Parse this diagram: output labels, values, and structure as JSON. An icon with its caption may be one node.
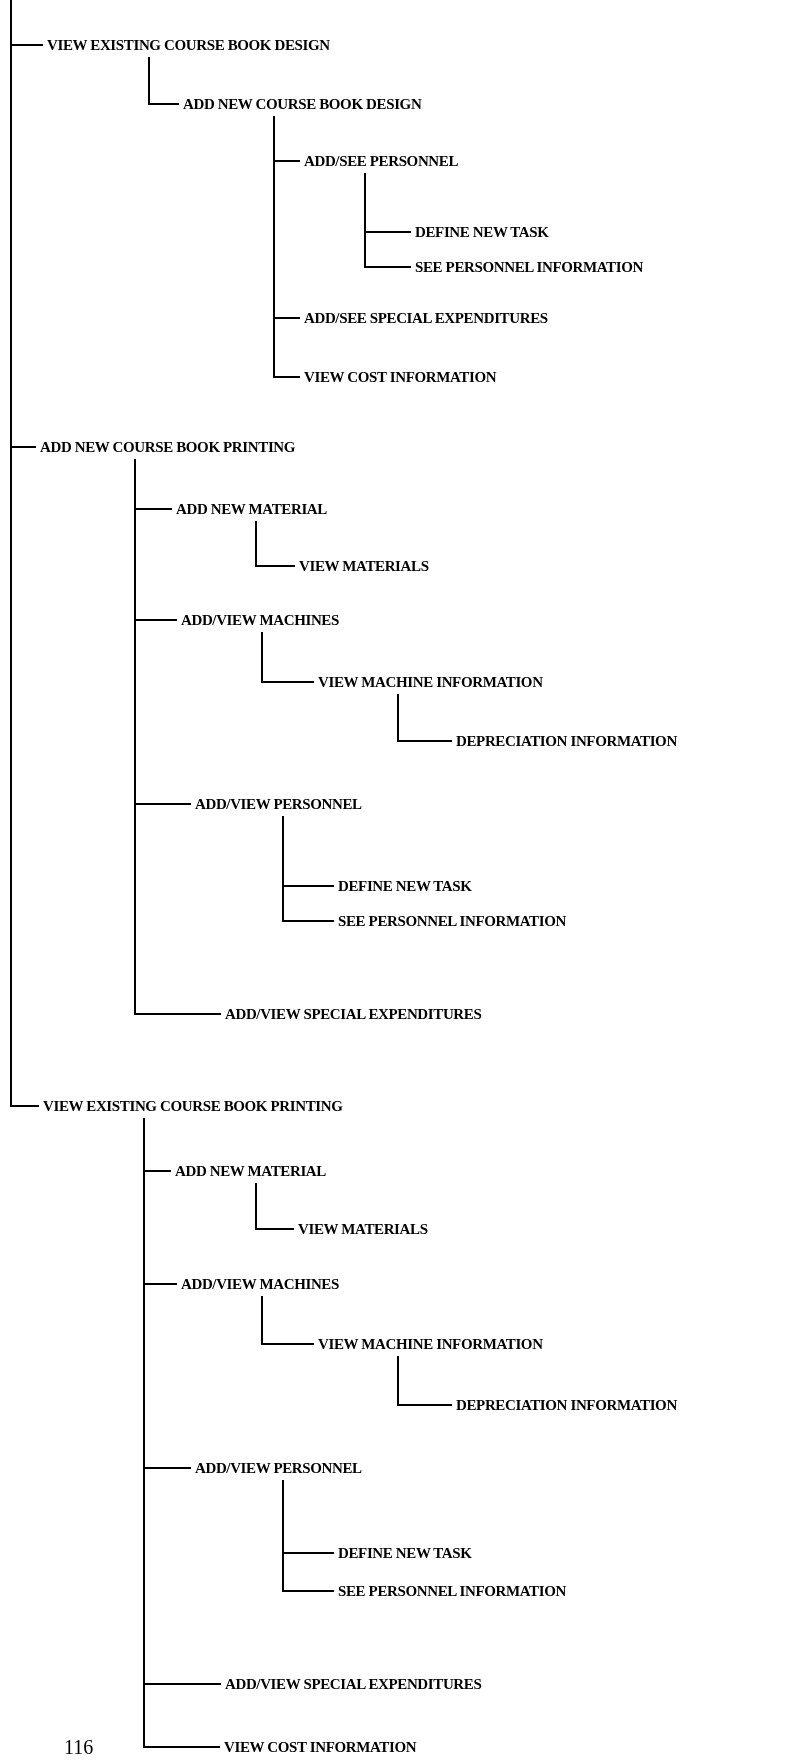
{
  "diagram": {
    "nodes": [
      {
        "text": [
          "VIEW EXISTING COURSE BOOK DESIGN"
        ]
      },
      {
        "text": [
          "ADD NEW COURSE BOOK DESIGN"
        ]
      },
      {
        "text": [
          "ADD/SEE PERSONNEL"
        ]
      },
      {
        "text": [
          "DEFINE NEW TASK"
        ]
      },
      {
        "text": [
          "SEE PERSONNEL INFORMATION"
        ]
      },
      {
        "text": [
          "ADD/SEE SPECIAL EXPENDITURES"
        ]
      },
      {
        "text": [
          "VIEW COST INFORMATION"
        ]
      },
      {
        "text": [
          "ADD NEW COURSE BOOK PRINTING"
        ]
      },
      {
        "text": [
          "ADD NEW MATERIAL"
        ]
      },
      {
        "text": [
          "VIEW MATERIALS"
        ]
      },
      {
        "text": [
          "ADD/VIEW MACHINES"
        ]
      },
      {
        "text": [
          "VIEW MACHINE INFORMATION"
        ]
      },
      {
        "text": [
          "DEPRECIATION INFORMATION"
        ]
      },
      {
        "text": [
          "ADD/VIEW PERSONNEL"
        ]
      },
      {
        "text": [
          "DEFINE NEW TASK"
        ]
      },
      {
        "text": [
          "SEE PERSONNEL INFORMATION"
        ]
      },
      {
        "text": [
          "ADD/VIEW SPECIAL EXPENDITURES"
        ]
      },
      {
        "text": [
          "VIEW EXISTING COURSE BOOK PRINTING"
        ]
      },
      {
        "text": [
          "ADD NEW MATERIAL"
        ]
      },
      {
        "text": [
          "VIEW MATERIALS"
        ]
      },
      {
        "text": [
          "ADD/VIEW MACHINES"
        ]
      },
      {
        "text": [
          "VIEW MACHINE INFORMATION"
        ]
      },
      {
        "text": [
          "DEPRECIATION INFORMATION"
        ]
      },
      {
        "text": [
          "ADD/VIEW PERSONNEL"
        ]
      },
      {
        "text": [
          "DEFINE NEW TASK"
        ]
      },
      {
        "text": [
          "SEE PERSONNEL INFORMATION"
        ]
      },
      {
        "text": [
          "ADD/VIEW SPECIAL EXPENDITURES"
        ]
      },
      {
        "text": [
          "VIEW COST INFORMATION"
        ]
      }
    ],
    "edges": [
      {
        "from": null,
        "to": 0,
        "arrow": "none"
      },
      {
        "from": 0,
        "to": 1,
        "arrow": "none"
      },
      {
        "from": 1,
        "to": 2,
        "arrow": "none"
      },
      {
        "from": 2,
        "to": 3,
        "arrow": "none"
      },
      {
        "from": 2,
        "to": 4,
        "arrow": "none"
      },
      {
        "from": 1,
        "to": 5,
        "arrow": "none"
      },
      {
        "from": 1,
        "to": 6,
        "arrow": "none"
      },
      {
        "from": null,
        "to": 7,
        "arrow": "none"
      },
      {
        "from": 7,
        "to": 8,
        "arrow": "none"
      },
      {
        "from": 8,
        "to": 9,
        "arrow": "none"
      },
      {
        "from": 7,
        "to": 10,
        "arrow": "none"
      },
      {
        "from": 10,
        "to": 11,
        "arrow": "none"
      },
      {
        "from": 11,
        "to": 12,
        "arrow": "none"
      },
      {
        "from": 7,
        "to": 13,
        "arrow": "none"
      },
      {
        "from": 13,
        "to": 14,
        "arrow": "none"
      },
      {
        "from": 13,
        "to": 15,
        "arrow": "none"
      },
      {
        "from": 7,
        "to": 16,
        "arrow": "none"
      },
      {
        "from": null,
        "to": 17,
        "arrow": "none"
      },
      {
        "from": 17,
        "to": 18,
        "arrow": "none"
      },
      {
        "from": 18,
        "to": 19,
        "arrow": "none"
      },
      {
        "from": 17,
        "to": 20,
        "arrow": "none"
      },
      {
        "from": 20,
        "to": 21,
        "arrow": "none"
      },
      {
        "from": 21,
        "to": 22,
        "arrow": "none"
      },
      {
        "from": 17,
        "to": 23,
        "arrow": "none"
      },
      {
        "from": 23,
        "to": 24,
        "arrow": "none"
      },
      {
        "from": 23,
        "to": 25,
        "arrow": "none"
      },
      {
        "from": 17,
        "to": 26,
        "arrow": "none"
      },
      {
        "from": 17,
        "to": 27,
        "arrow": "none"
      }
    ],
    "labels": [
      "116"
    ]
  }
}
